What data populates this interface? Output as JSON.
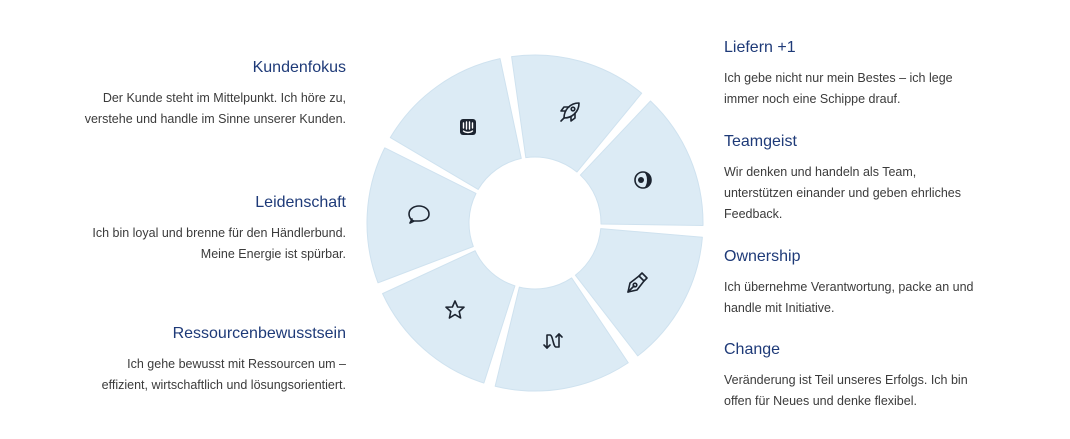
{
  "left_values": [
    {
      "title": "Kundenfokus",
      "lines": [
        "Der Kunde steht im Mittelpunkt. Ich höre zu,",
        "verstehe und handle im Sinne unserer Kunden."
      ]
    },
    {
      "title": "Leidenschaft",
      "lines": [
        "Ich bin loyal und brenne für den Händlerbund.",
        "Meine Energie ist spürbar."
      ]
    },
    {
      "title": "Ressourcenbewusstsein",
      "lines": [
        "Ich gehe bewusst mit Ressourcen um –",
        "effizient, wirtschaftlich und lösungsorientiert."
      ]
    }
  ],
  "right_values": [
    {
      "title": "Liefern +1",
      "lines": [
        "Ich gebe nicht nur mein Bestes – ich lege",
        "immer noch eine Schippe drauf."
      ]
    },
    {
      "title": "Teamgeist",
      "lines": [
        "Wir denken und handeln als Team,",
        "unterstützen einander und geben ehrliches",
        "Feedback."
      ]
    },
    {
      "title": "Ownership",
      "lines": [
        "Ich übernehme Verantwortung, packe an und",
        "handle mit Initiative."
      ]
    },
    {
      "title": "Change",
      "lines": [
        "Veränderung ist Teil unseres Erfolgs. Ich bin",
        "offen für Neues und denke flexibel."
      ]
    }
  ],
  "wheel": {
    "segment_color": "#dcebf5",
    "icon_color": "#1c2430",
    "segments": [
      {
        "icon": "rocket-icon"
      },
      {
        "icon": "target-icon"
      },
      {
        "icon": "pen-nib-icon"
      },
      {
        "icon": "arrows-swap-icon"
      },
      {
        "icon": "star-icon"
      },
      {
        "icon": "speech-bubble-icon"
      },
      {
        "icon": "intercom-icon"
      }
    ]
  }
}
